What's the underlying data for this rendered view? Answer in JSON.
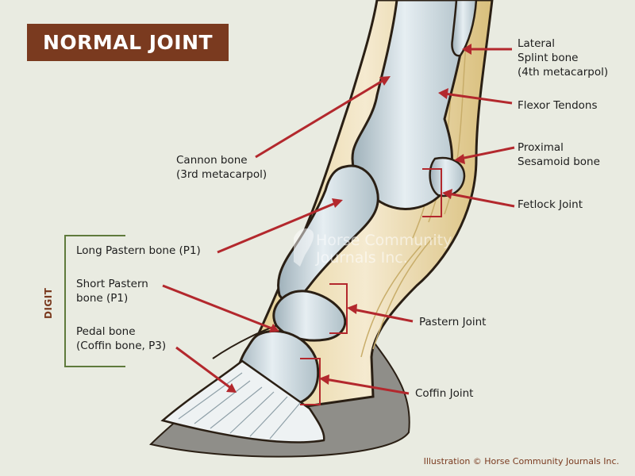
{
  "title": "NORMAL JOINT",
  "group_label": "DIGIT",
  "labels": {
    "lateral_splint": "Lateral\nSplint bone\n(4th metacarpol)",
    "flexor_tendons": "Flexor Tendons",
    "proximal_sesamoid": "Proximal\nSesamoid bone",
    "fetlock_joint": "Fetlock Joint",
    "cannon_bone": "Cannon bone\n(3rd metacarpol)",
    "long_pastern": "Long Pastern bone (P1)",
    "short_pastern": "Short Pastern\nbone (P1)",
    "pedal_bone": "Pedal bone\n(Coffin bone, P3)",
    "pastern_joint": "Pastern Joint",
    "coffin_joint": "Coffin Joint"
  },
  "watermark": "Horse Community\nJournals Inc.",
  "credit": "Illustration © Horse Community Journals Inc.",
  "colors": {
    "background": "#e9ebe1",
    "title_bg": "#7a3a1f",
    "leader_line": "#b3282d",
    "bracket_digit": "#5f7a3c",
    "bone": "#c9d6dc",
    "tendon": "#efe1b4",
    "outline": "#2a1f14",
    "hoof": "#8f8e89"
  }
}
